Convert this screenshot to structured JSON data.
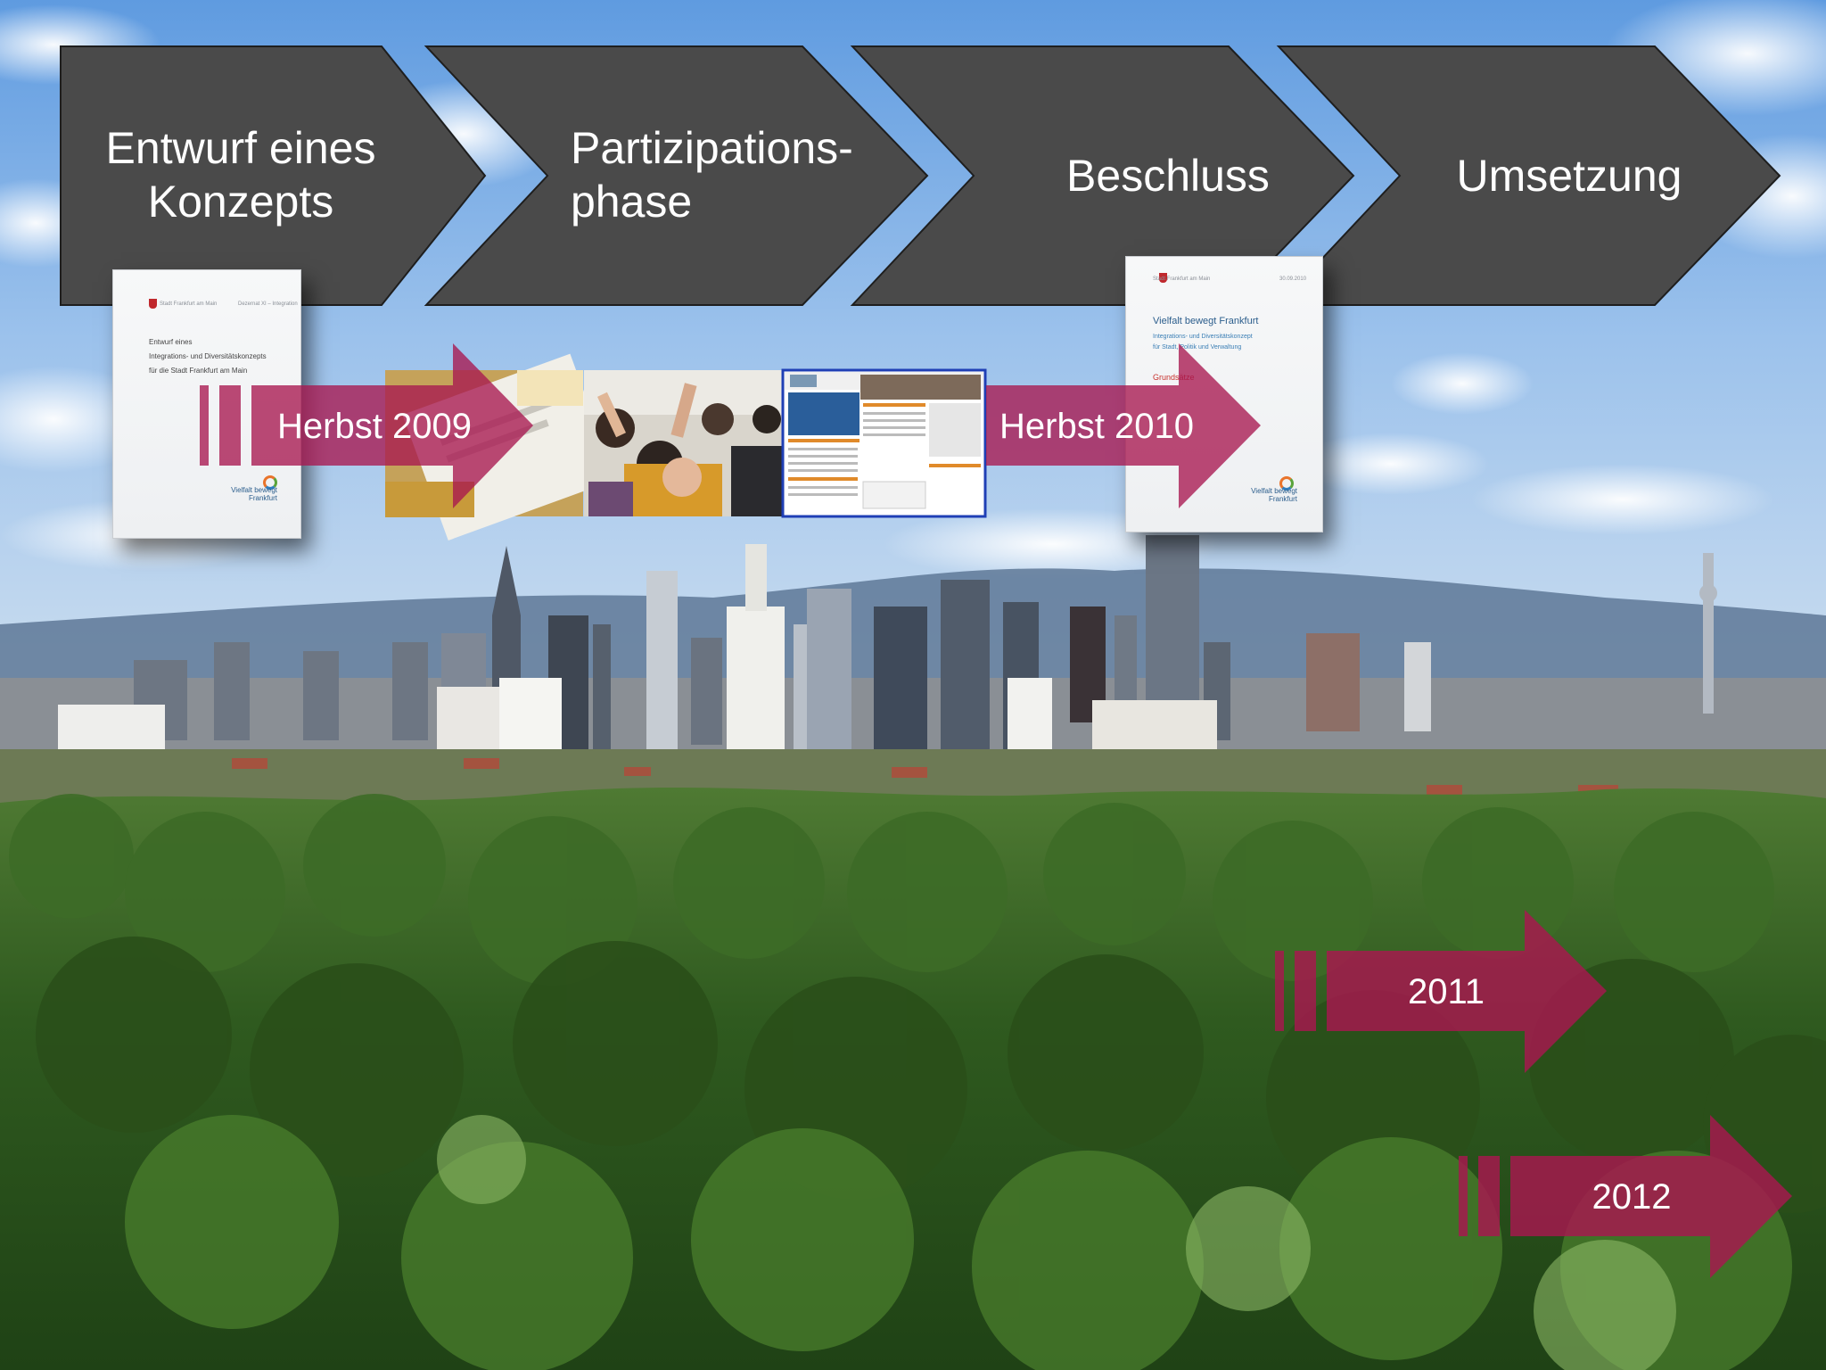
{
  "phases": [
    {
      "label": "Entwurf eines\nKonzepts"
    },
    {
      "label": "Partizipations-\nphase"
    },
    {
      "label": "Beschluss"
    },
    {
      "label": "Umsetzung"
    }
  ],
  "timeline": {
    "arrow_2009": "Herbst 2009",
    "arrow_2010": "Herbst 2010",
    "arrow_2011": "2011",
    "arrow_2012": "2012"
  },
  "documents": {
    "concept_draft": {
      "header_left": "Stadt Frankfurt am Main",
      "header_right": "Dezernat XI – Integration",
      "line1": "Entwurf eines",
      "line2": "Integrations- und Diversitätskonzepts",
      "line3": "für die Stadt Frankfurt am Main",
      "logo": "Vielfalt bewegt\nFrankfurt"
    },
    "final_concept": {
      "header_left": "Stadt Frankfurt am Main",
      "header_right": "30.09.2010",
      "title": "Vielfalt bewegt Frankfurt",
      "sub1": "Integrations- und Diversitätskonzept",
      "sub2": "für Stadt, Politik und Verwaltung",
      "red1": "Grundsätze",
      "logo": "Vielfalt bewegt\nFrankfurt"
    }
  },
  "colors": {
    "chevron": "#4a4a4a",
    "arrow": "#a8174f",
    "sky": "#8fb6e6",
    "forest": "#2e5a1e"
  }
}
